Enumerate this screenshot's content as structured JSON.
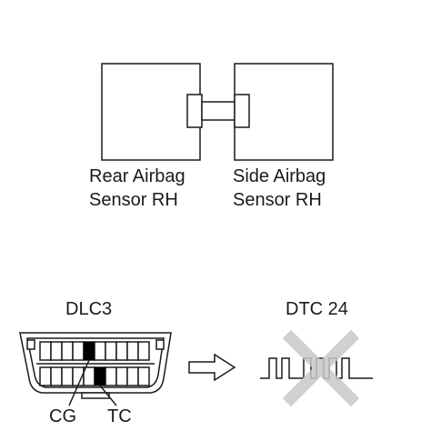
{
  "sensors": {
    "left": {
      "line1": "Rear Airbag",
      "line2": "Sensor RH"
    },
    "right": {
      "line1": "Side Airbag",
      "line2": "Sensor RH"
    }
  },
  "dlc": {
    "title": "DLC3",
    "pin_left": "CG",
    "pin_right": "TC"
  },
  "dtc": {
    "title": "DTC 24",
    "pattern": "2 pulses, pause, 4 pulses",
    "crossed_out": true
  },
  "colors": {
    "line": "#1a1a1a",
    "cross": "#c8c8c8",
    "pin_fill": "#000000"
  },
  "icons": [
    "arrow-right-icon",
    "cross-icon"
  ]
}
